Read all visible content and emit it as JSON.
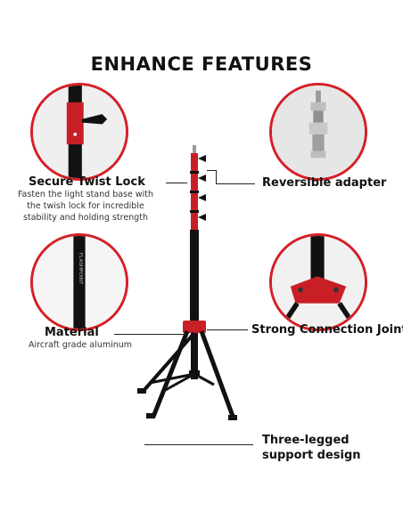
{
  "title": "ENHANCE FEATURES",
  "features": {
    "twist_lock": {
      "label": "Secure Twist Lock",
      "desc": [
        "Fasten the light stand base with",
        "the twish lock for incredible",
        "stability and holding strength"
      ]
    },
    "adapter": {
      "label": "Reversible adapter"
    },
    "material": {
      "label": "Material",
      "desc": "Aircraft grade aluminum"
    },
    "joint": {
      "label": "Strong Connection Joint"
    },
    "legs": {
      "label": [
        "Three-legged",
        "support design"
      ]
    }
  },
  "brand_text": "FLASHPOINT",
  "colors": {
    "accent": "#d51f26",
    "pole": "#111111"
  }
}
